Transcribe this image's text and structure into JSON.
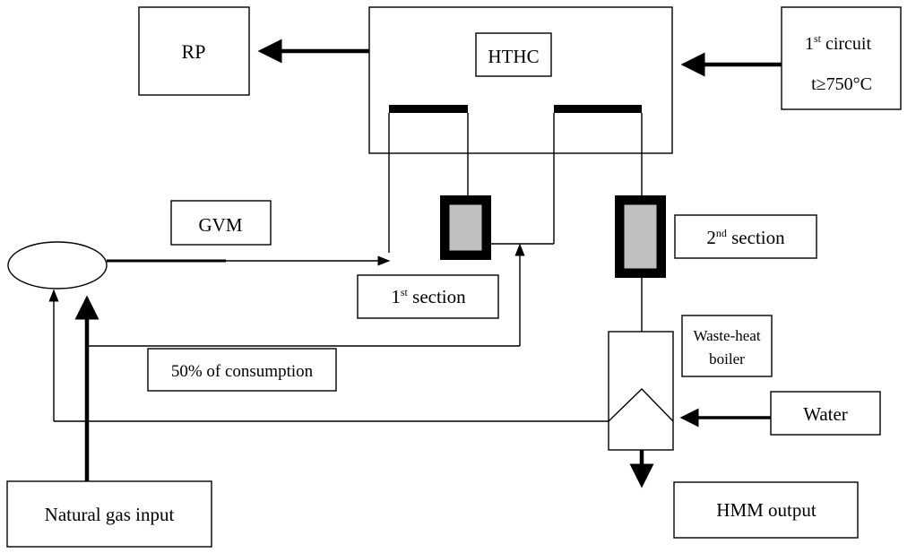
{
  "diagram": {
    "rp_label": "RP",
    "hthc_label": "HTHC",
    "first_circuit": {
      "line1_prefix": "1",
      "line1_sup": "st",
      "line1_suffix": " circuit",
      "line2": "t≥750°C"
    },
    "gvm_label": "GVM",
    "first_section": {
      "prefix": "1",
      "sup": "st",
      "suffix": " section"
    },
    "second_section": {
      "prefix": "2",
      "sup": "nd",
      "suffix": " section"
    },
    "consumption_label": "50% of consumption",
    "waste_heat_boiler": {
      "line1": "Waste-heat",
      "line2": "boiler"
    },
    "water_label": "Water",
    "hmm_output_label": "HMM output",
    "natural_gas_label": "Natural gas input"
  },
  "colors": {
    "section_fill": "#c0c0c0",
    "line": "#000000",
    "background": "#ffffff"
  }
}
